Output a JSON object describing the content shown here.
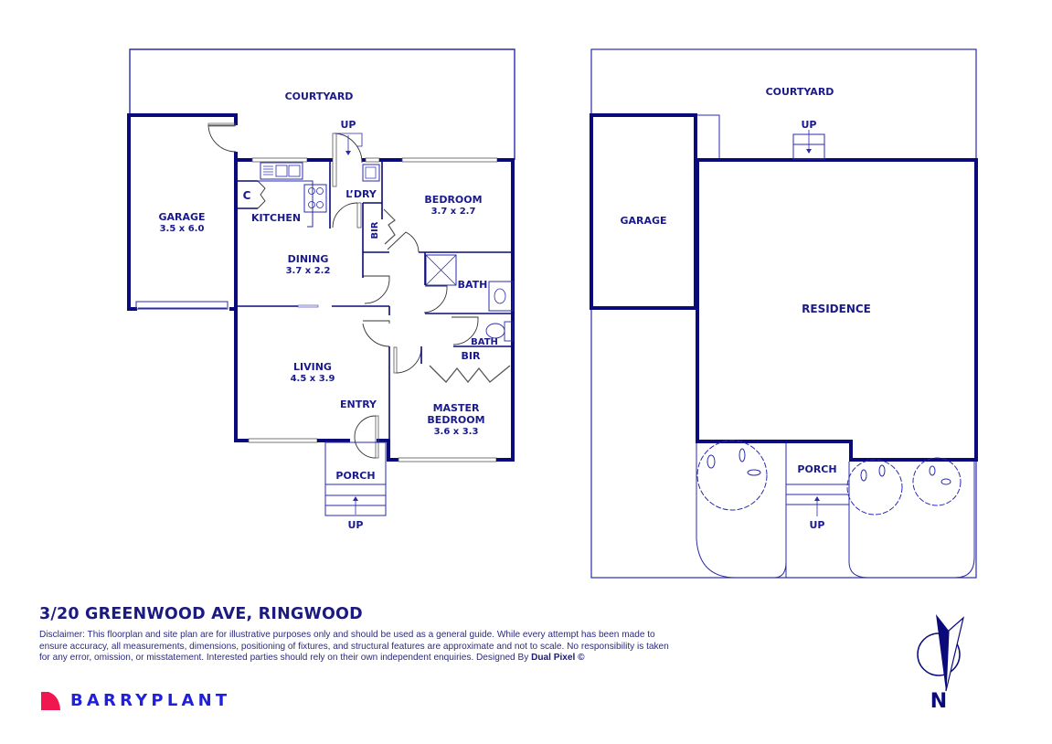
{
  "floorplan": {
    "rooms": [
      {
        "id": "courtyard",
        "label": "COURTYARD",
        "dims": ""
      },
      {
        "id": "garage",
        "label": "GARAGE",
        "dims": "3.5 x 6.0"
      },
      {
        "id": "kitchen",
        "label": "KITCHEN",
        "dims": ""
      },
      {
        "id": "cupboard",
        "label": "C",
        "dims": ""
      },
      {
        "id": "laundry",
        "label": "L’DRY",
        "dims": ""
      },
      {
        "id": "bedroom",
        "label": "BEDROOM",
        "dims": "3.7 x 2.7"
      },
      {
        "id": "bir1",
        "label": "BIR",
        "dims": ""
      },
      {
        "id": "dining",
        "label": "DINING",
        "dims": "3.7 x 2.2"
      },
      {
        "id": "bath1",
        "label": "BATH",
        "dims": ""
      },
      {
        "id": "bath2",
        "label": "BATH",
        "dims": ""
      },
      {
        "id": "bir2",
        "label": "BIR",
        "dims": ""
      },
      {
        "id": "living",
        "label": "LIVING",
        "dims": "4.5 x 3.9"
      },
      {
        "id": "entry",
        "label": "ENTRY",
        "dims": ""
      },
      {
        "id": "master",
        "label": "MASTER",
        "label2": "BEDROOM",
        "dims": "3.6 x 3.3"
      },
      {
        "id": "porch",
        "label": "PORCH",
        "dims": ""
      }
    ],
    "up_top": "UP",
    "up_bottom": "UP"
  },
  "siteplan": {
    "courtyard": "COURTYARD",
    "garage": "GARAGE",
    "residence": "RESIDENCE",
    "porch": "PORCH",
    "up_top": "UP",
    "up_bottom": "UP"
  },
  "footer": {
    "address": "3/20 GREENWOOD AVE, RINGWOOD",
    "disclaimer": "Disclaimer: This floorplan and site plan are for illustrative purposes only and should be used as a general guide. While every attempt has been made to ensure accuracy, all measurements, dimensions, positioning of fixtures, and structural features are approximate and not to scale. No responsibility is taken for any error, omission, or misstatement. Interested parties should rely on their own independent enquiries. Designed By",
    "designer": "Dual Pixel ©",
    "brand": "BARRYPLANT",
    "compass_label": "N"
  },
  "colors": {
    "wall": "#0a0a7a",
    "line": "#2a2ab0",
    "text": "#1a1a8c",
    "brand_blue": "#1f1fe0",
    "brand_red": "#f0164f"
  }
}
